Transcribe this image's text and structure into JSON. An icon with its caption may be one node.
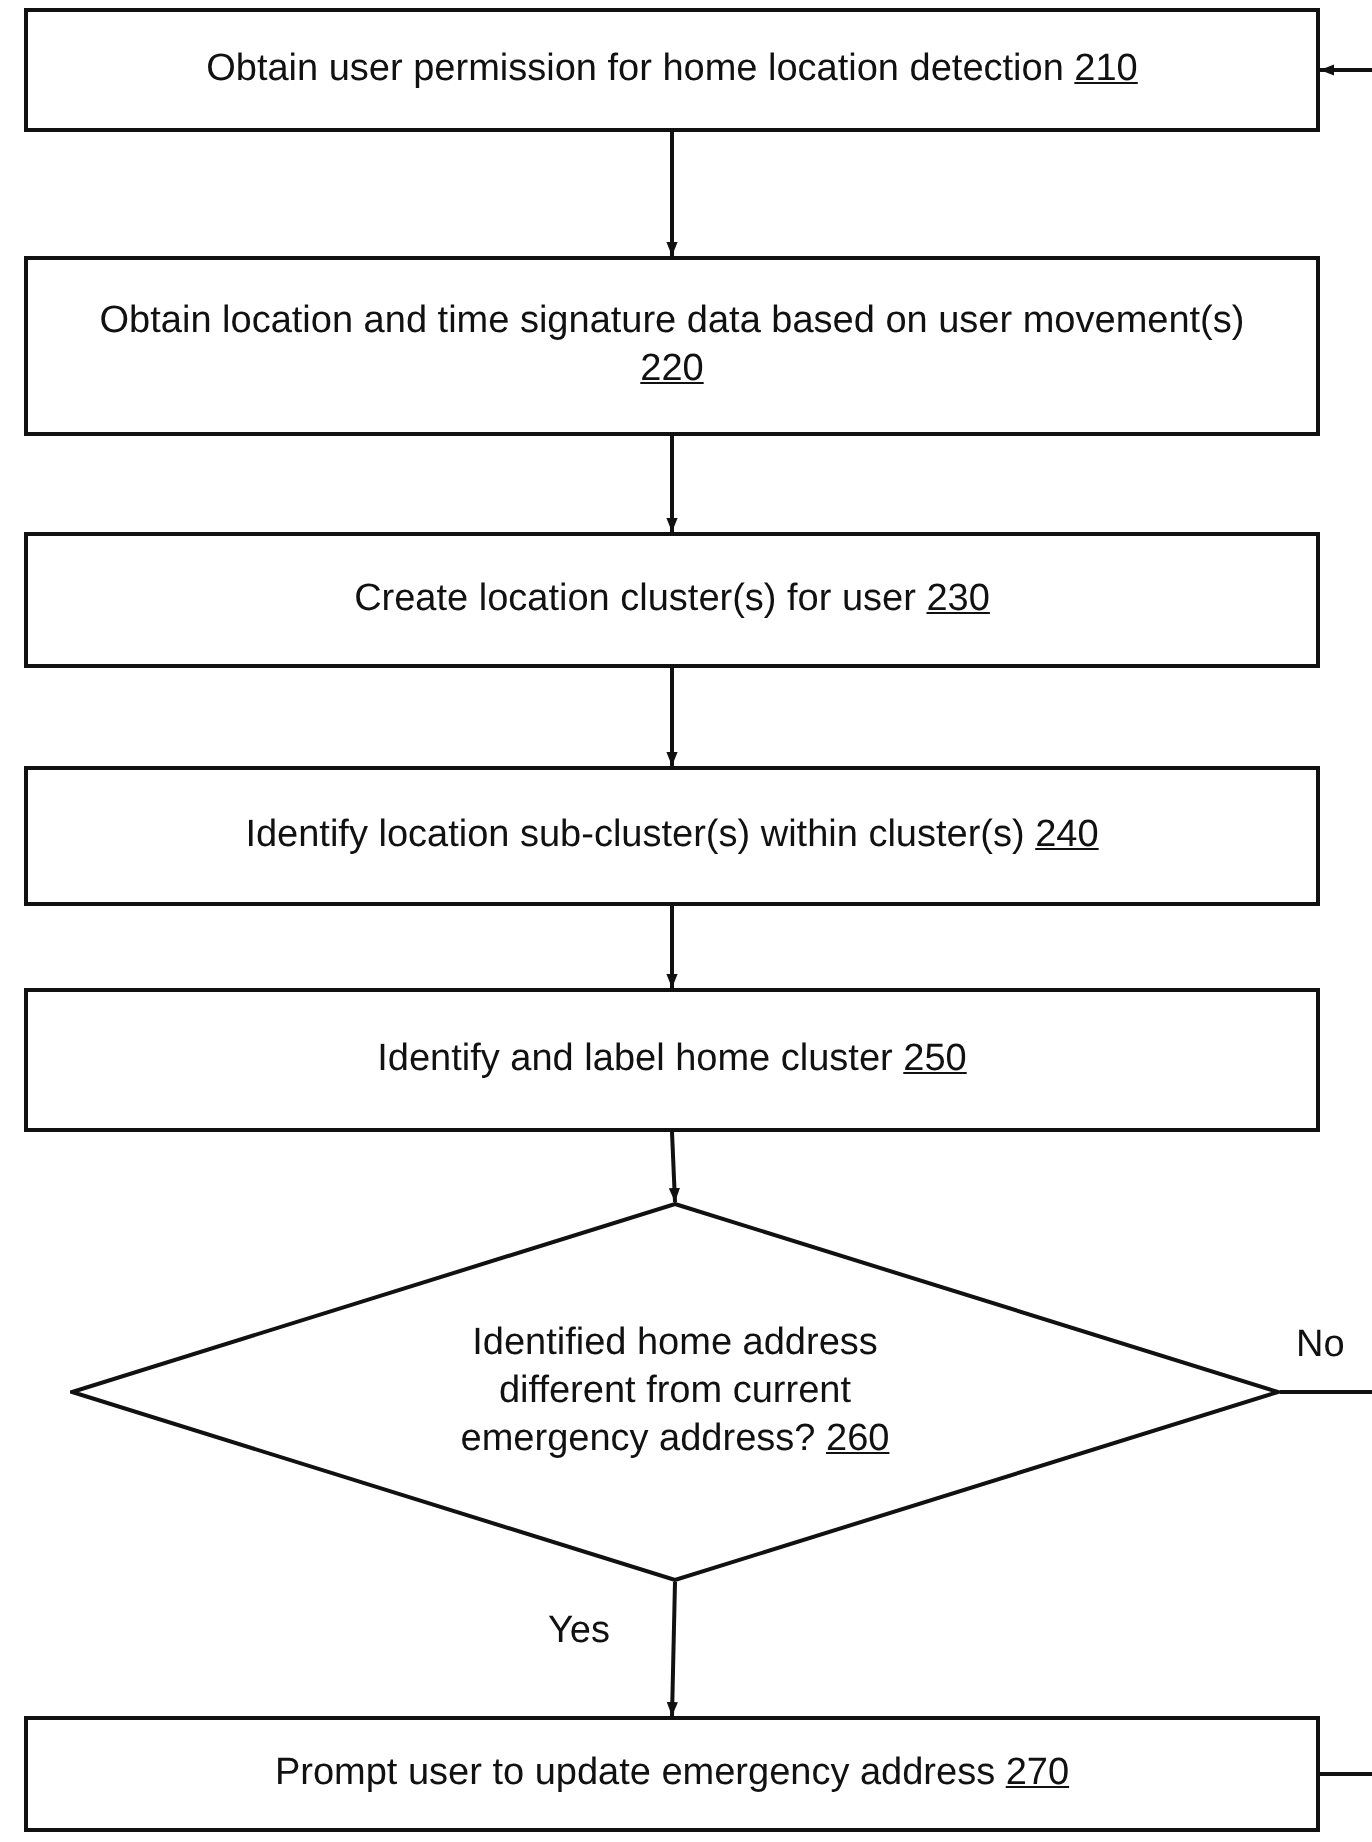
{
  "diagram": {
    "nodes": [
      {
        "text": [
          "Obtain user permission for home location detection",
          "210"
        ]
      },
      {
        "text": [
          "Obtain location and time signature data based on user movement(s)",
          "220"
        ]
      },
      {
        "text": [
          "Create location cluster(s) for user",
          "230"
        ]
      },
      {
        "text": [
          "Identify location sub-cluster(s) within cluster(s)",
          "240"
        ]
      },
      {
        "text": [
          "Identify and label home cluster",
          "250"
        ]
      },
      {
        "text": [
          "Identified home address different from current emergency address?",
          "260"
        ]
      },
      {
        "text": [
          "Prompt user to update emergency address",
          "270"
        ]
      }
    ],
    "edges": [
      {
        "from": null,
        "to": 0,
        "arrow": "to"
      },
      {
        "from": 0,
        "to": 1,
        "arrow": "to"
      },
      {
        "from": 1,
        "to": 2,
        "arrow": "to"
      },
      {
        "from": 2,
        "to": 3,
        "arrow": "to"
      },
      {
        "from": 3,
        "to": 4,
        "arrow": "to"
      },
      {
        "from": 4,
        "to": 5,
        "arrow": "to"
      },
      {
        "from": 5,
        "to": null,
        "arrow": "none",
        "label": "No"
      },
      {
        "from": 5,
        "to": 6,
        "arrow": "to",
        "label": "Yes"
      },
      {
        "from": 6,
        "to": null,
        "arrow": "none"
      }
    ]
  }
}
